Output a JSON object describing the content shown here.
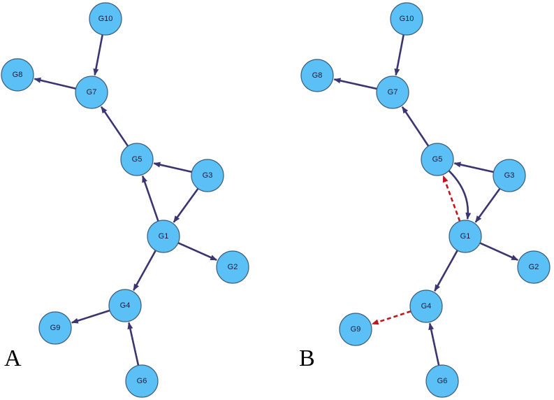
{
  "panels": [
    {
      "id": "A",
      "label": "A",
      "nodes": [
        "G10",
        "G8",
        "G7",
        "G5",
        "G3",
        "G1",
        "G2",
        "G4",
        "G9",
        "G6"
      ],
      "edges": [
        {
          "from": "G10",
          "to": "G7",
          "style": "solid"
        },
        {
          "from": "G7",
          "to": "G8",
          "style": "solid"
        },
        {
          "from": "G5",
          "to": "G7",
          "style": "solid"
        },
        {
          "from": "G3",
          "to": "G5",
          "style": "solid"
        },
        {
          "from": "G3",
          "to": "G1",
          "style": "solid"
        },
        {
          "from": "G1",
          "to": "G5",
          "style": "solid"
        },
        {
          "from": "G1",
          "to": "G2",
          "style": "solid"
        },
        {
          "from": "G1",
          "to": "G4",
          "style": "solid"
        },
        {
          "from": "G4",
          "to": "G9",
          "style": "solid"
        },
        {
          "from": "G6",
          "to": "G4",
          "style": "solid"
        }
      ]
    },
    {
      "id": "B",
      "label": "B",
      "nodes": [
        "G10",
        "G8",
        "G7",
        "G5",
        "G3",
        "G1",
        "G2",
        "G4",
        "G9",
        "G6"
      ],
      "edges": [
        {
          "from": "G10",
          "to": "G7",
          "style": "solid"
        },
        {
          "from": "G7",
          "to": "G8",
          "style": "solid"
        },
        {
          "from": "G5",
          "to": "G7",
          "style": "solid"
        },
        {
          "from": "G3",
          "to": "G5",
          "style": "solid"
        },
        {
          "from": "G3",
          "to": "G1",
          "style": "solid"
        },
        {
          "from": "G5",
          "to": "G1",
          "style": "solid"
        },
        {
          "from": "G1",
          "to": "G5",
          "style": "dashed"
        },
        {
          "from": "G1",
          "to": "G2",
          "style": "solid"
        },
        {
          "from": "G1",
          "to": "G4",
          "style": "solid"
        },
        {
          "from": "G4",
          "to": "G9",
          "style": "dashed"
        },
        {
          "from": "G6",
          "to": "G4",
          "style": "solid"
        }
      ]
    }
  ],
  "colors": {
    "node_fill": "#5bc0f5",
    "node_stroke": "#3a5a78",
    "edge_solid": "#3a3570",
    "edge_dashed": "#c0161b"
  }
}
